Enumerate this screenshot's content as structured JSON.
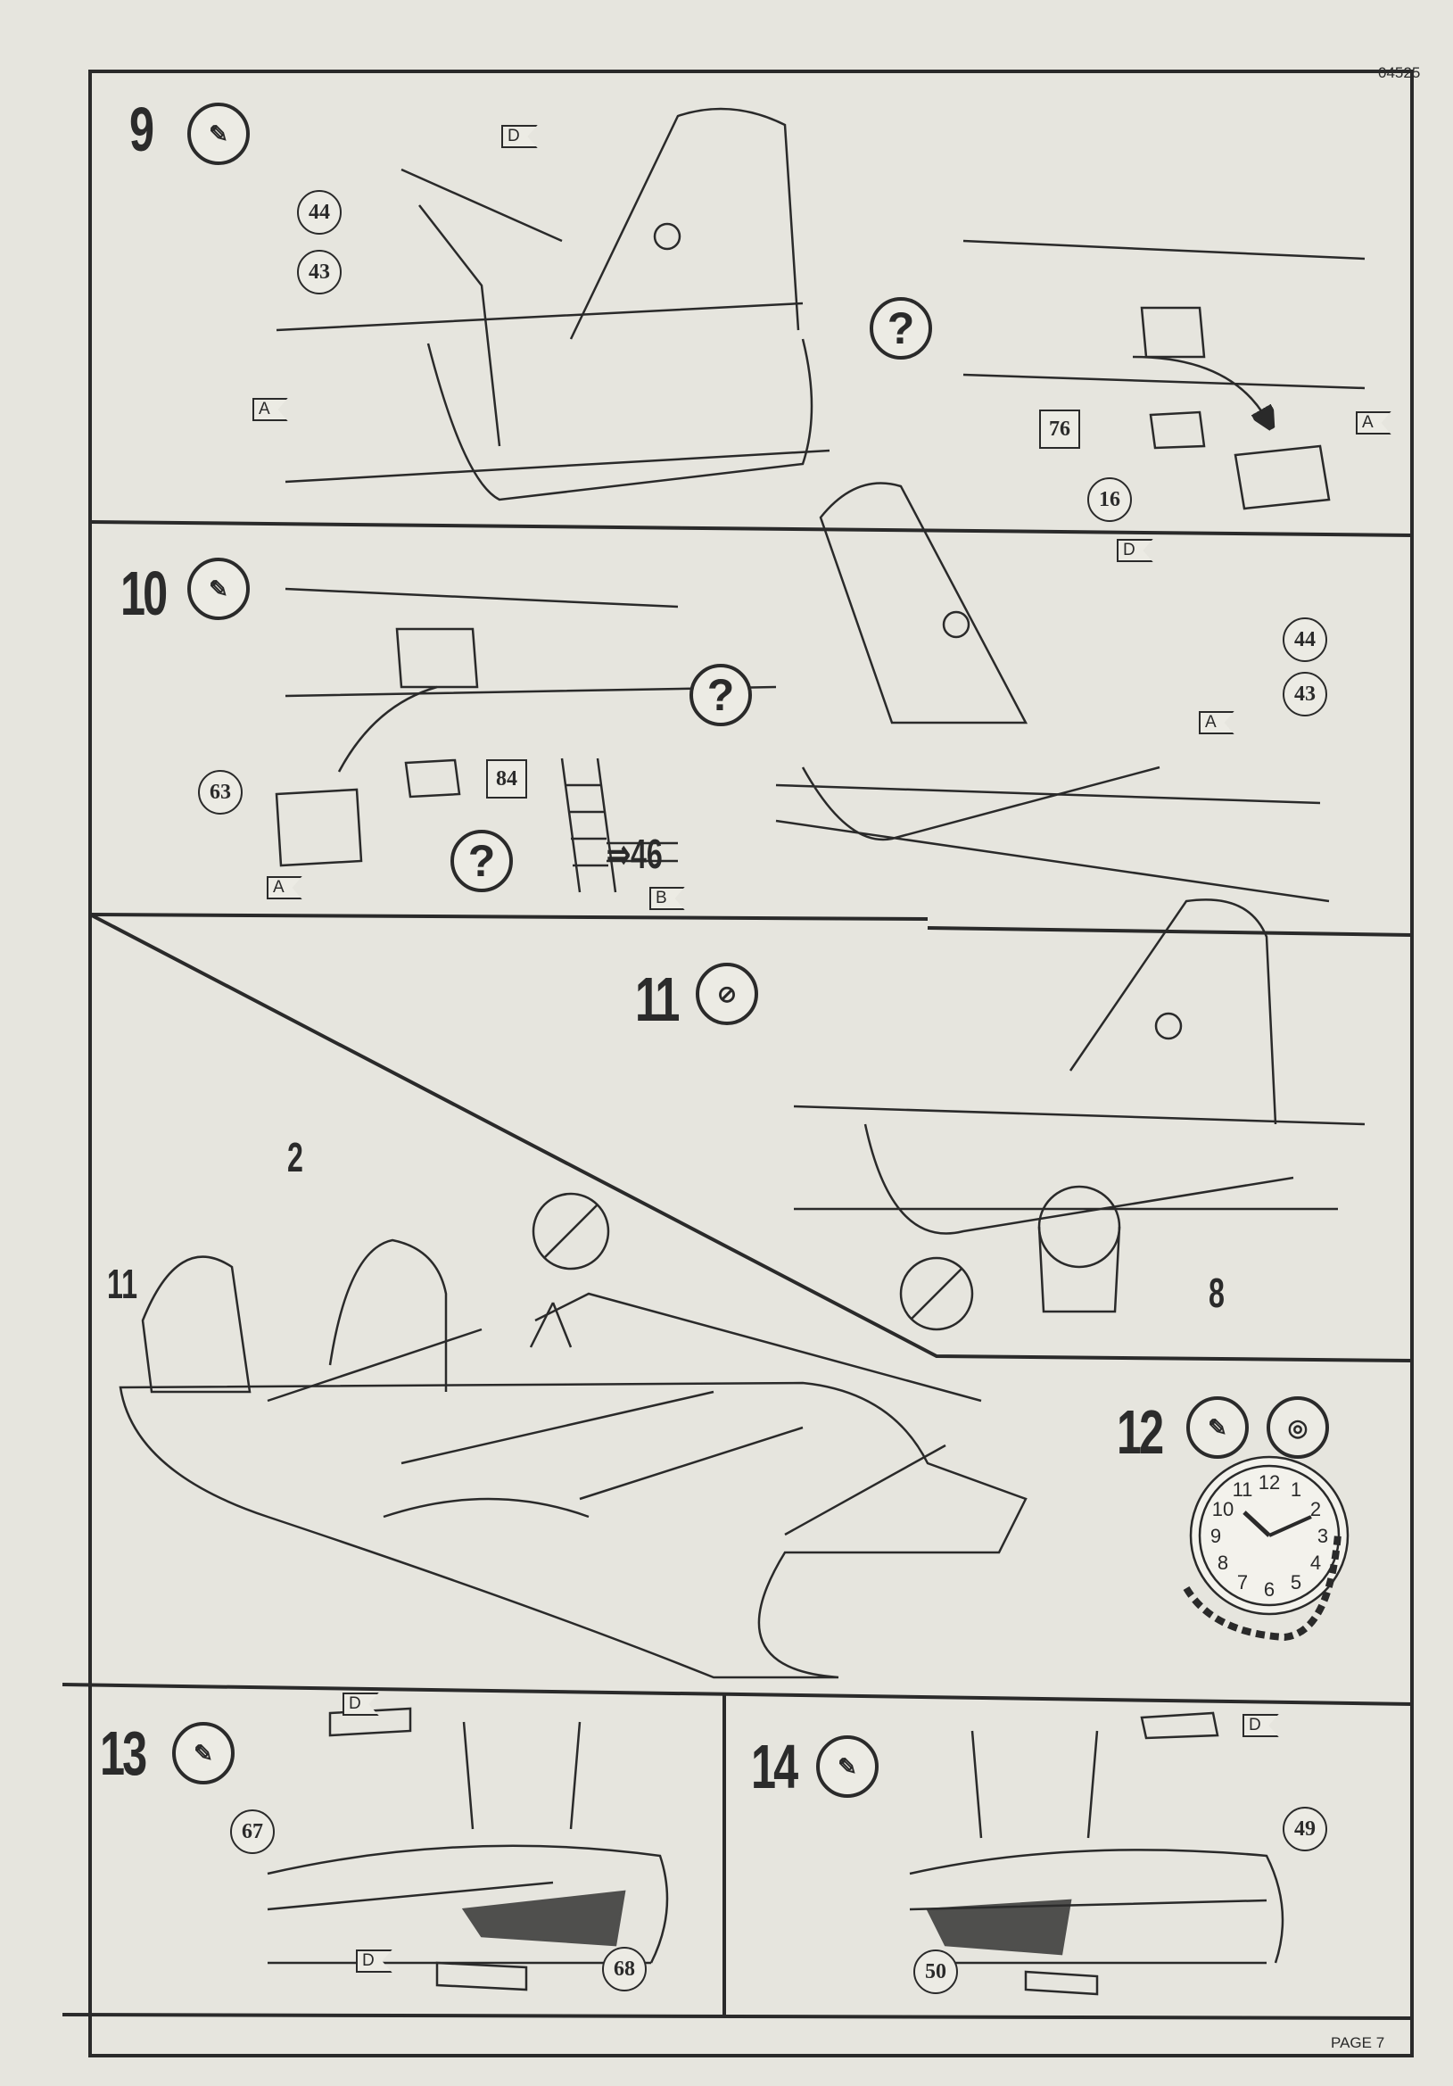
{
  "header": {
    "code": "04525"
  },
  "footer": {
    "page": "PAGE 7"
  },
  "steps": {
    "s9": {
      "number": "9",
      "parts": [
        "44",
        "43",
        "76",
        "16"
      ],
      "tags": [
        "D",
        "A",
        "A"
      ],
      "question": "?"
    },
    "s10": {
      "number": "10",
      "parts": [
        "63",
        "84",
        "44",
        "43"
      ],
      "tags": [
        "A",
        "B",
        "D",
        "A"
      ],
      "questions": [
        "?",
        "?"
      ],
      "arrow_ref": "46"
    },
    "s11": {
      "number": "11",
      "parts": [
        "2",
        "11",
        "8"
      ]
    },
    "s12": {
      "number": "12",
      "clock": [
        "12",
        "1",
        "2",
        "3",
        "4",
        "5",
        "6",
        "7",
        "8",
        "9",
        "10",
        "11"
      ]
    },
    "s13": {
      "number": "13",
      "parts": [
        "67",
        "68"
      ],
      "tags": [
        "D",
        "D"
      ]
    },
    "s14": {
      "number": "14",
      "parts": [
        "49",
        "50"
      ],
      "tags": [
        "D"
      ]
    }
  },
  "icons": {
    "glue": "glue-tube-icon",
    "no_glue": "no-glue-icon",
    "tape": "tape-icon",
    "clock": "clock-icon"
  },
  "colors": {
    "paper": "#e6e5de",
    "ink": "#2a2a2a"
  }
}
